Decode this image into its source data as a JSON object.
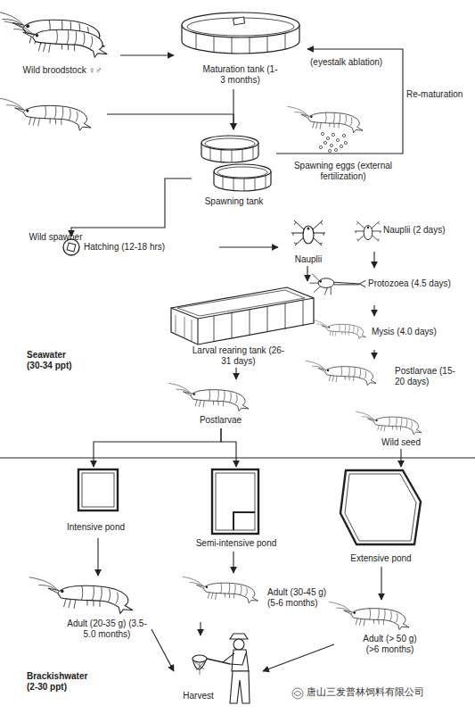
{
  "diagram": {
    "nodes": [
      {
        "text": [
          "Wild broodstock ♀♂"
        ]
      },
      {
        "text": [
          "Maturation tank (1-3 months)"
        ]
      },
      {
        "text": [
          "Wild spawner"
        ]
      },
      {
        "text": [
          "Spawning eggs (external fertilization)"
        ]
      },
      {
        "text": [
          "Spawning tank"
        ]
      },
      {
        "text": [
          "Hatching (12-18 hrs)"
        ]
      },
      {
        "text": [
          "Nauplii"
        ]
      },
      {
        "text": [
          "Larval rearing tank (26-31 days)"
        ]
      },
      {
        "text": [
          "Nauplii (2 days)"
        ]
      },
      {
        "text": [
          "Protozoea (4.5 days)"
        ]
      },
      {
        "text": [
          "Mysis (4.0 days)"
        ]
      },
      {
        "text": [
          "Postlarvae (15-20 days)"
        ]
      },
      {
        "text": [
          "Postlarvae"
        ]
      },
      {
        "text": [
          "Wild seed"
        ]
      },
      {
        "text": [
          "Intensive pond"
        ]
      },
      {
        "text": [
          "Semi-intensive pond"
        ]
      },
      {
        "text": [
          "Extensive pond"
        ]
      },
      {
        "text": [
          "Adult (20-35 g) (3.5-5.0 months)"
        ]
      },
      {
        "text": [
          "Adult (30-45 g) (5-6 months)"
        ]
      },
      {
        "text": [
          "Adult (> 50 g) (>6 months)"
        ]
      },
      {
        "text": [
          "Harvest"
        ]
      }
    ],
    "edges": [
      {
        "from": 0,
        "to": 1,
        "arrow": "to"
      },
      {
        "from": 1,
        "to": 4,
        "arrow": "to"
      },
      {
        "from": 2,
        "to": 4,
        "arrow": "to"
      },
      {
        "from": 4,
        "to": 1,
        "label": "Re-maturation",
        "arrow": "to"
      },
      {
        "from": 4,
        "to": 5,
        "arrow": "to"
      },
      {
        "from": 5,
        "to": 6,
        "arrow": "to"
      },
      {
        "from": 6,
        "to": 7,
        "arrow": "to"
      },
      {
        "from": 8,
        "to": 9,
        "arrow": "to"
      },
      {
        "from": 9,
        "to": 10,
        "arrow": "to"
      },
      {
        "from": 10,
        "to": 11,
        "arrow": "to"
      },
      {
        "from": 7,
        "to": 12,
        "arrow": "to"
      },
      {
        "from": 12,
        "to": 14,
        "arrow": "to"
      },
      {
        "from": 12,
        "to": 15,
        "arrow": "to"
      },
      {
        "from": 13,
        "to": 16,
        "arrow": "to"
      },
      {
        "from": 14,
        "to": 17,
        "arrow": "to"
      },
      {
        "from": 15,
        "to": 18,
        "arrow": "to"
      },
      {
        "from": 16,
        "to": 19,
        "arrow": "to"
      },
      {
        "from": 17,
        "to": 20,
        "arrow": "to"
      },
      {
        "from": 18,
        "to": 20,
        "arrow": "to"
      },
      {
        "from": 19,
        "to": 20,
        "arrow": "to"
      }
    ],
    "labels": [
      "(eyestalk ablation)",
      "Seawater (30-34 ppt)",
      "Brackishwater (2-30 ppt)",
      "唐山三发普林饲料有限公司"
    ]
  }
}
